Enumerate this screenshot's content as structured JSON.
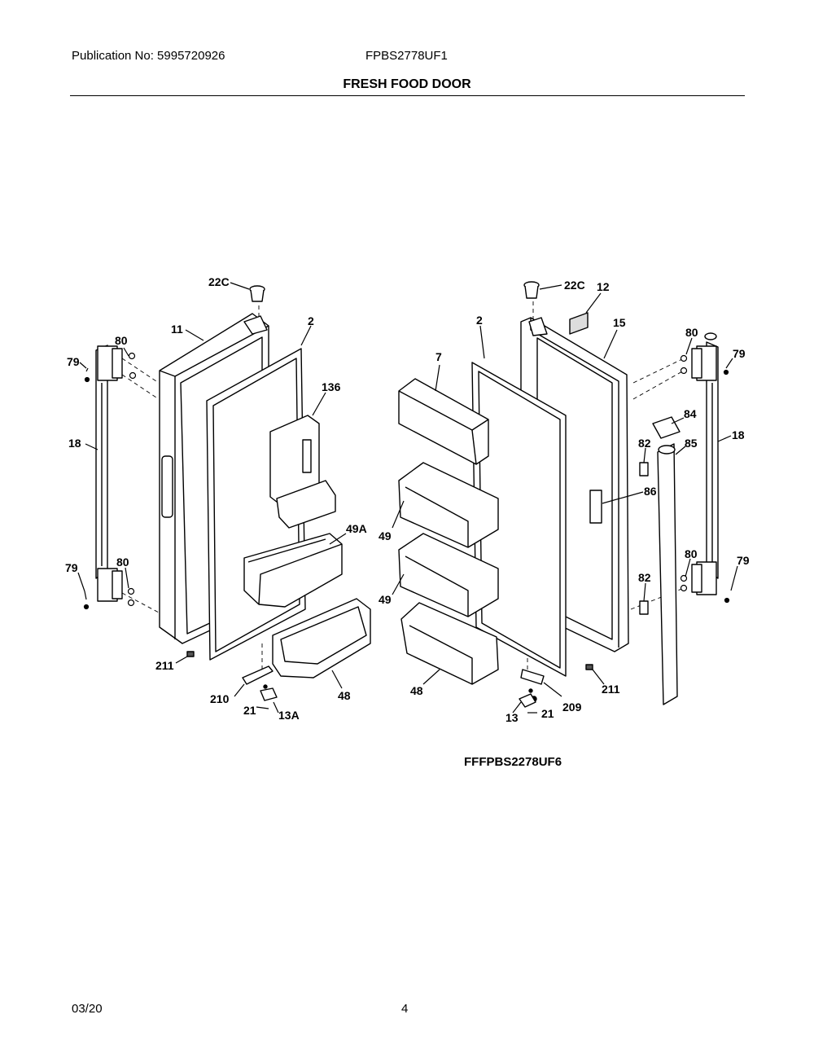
{
  "header": {
    "publication": "Publication No: 5995720926",
    "model": "FPBS2778UF1",
    "section_title": "FRESH FOOD DOOR"
  },
  "diagram": {
    "variant_label": "FFFPBS2278UF6",
    "callouts": {
      "c_22c_left": "22C",
      "c_11": "11",
      "c_2_left": "2",
      "c_80_tl": "80",
      "c_79_tl": "79",
      "c_18_left": "18",
      "c_136": "136",
      "c_49a": "49A",
      "c_79_bl": "79",
      "c_80_bl": "80",
      "c_211_left": "211",
      "c_210": "210",
      "c_21_left": "21",
      "c_13a": "13A",
      "c_48_left": "48",
      "c_22c_right": "22C",
      "c_12": "12",
      "c_2_right": "2",
      "c_15": "15",
      "c_7": "7",
      "c_80_tr": "80",
      "c_79_tr": "79",
      "c_84": "84",
      "c_18_right": "18",
      "c_82_top": "82",
      "c_85": "85",
      "c_86": "86",
      "c_49_top": "49",
      "c_49_bottom": "49",
      "c_80_br": "80",
      "c_79_br": "79",
      "c_82_bottom": "82",
      "c_48_right": "48",
      "c_211_right": "211",
      "c_209": "209",
      "c_13": "13",
      "c_21_right": "21"
    }
  },
  "footer": {
    "date": "03/20",
    "page_number": "4"
  }
}
